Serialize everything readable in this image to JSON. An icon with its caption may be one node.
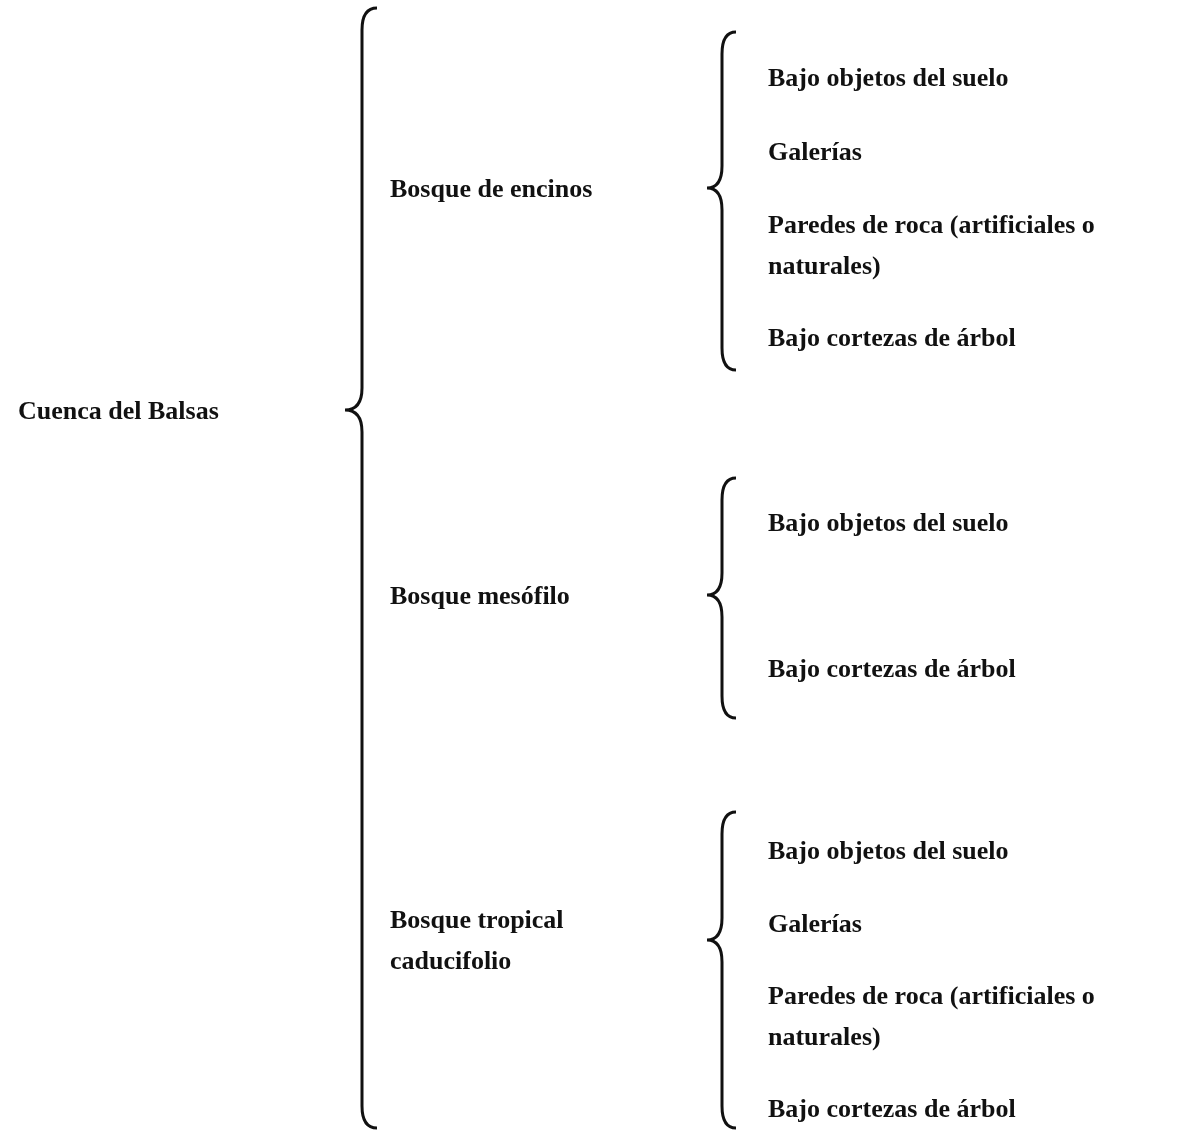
{
  "diagram": {
    "labels": [
      "Cuenca del Balsas",
      "Bosque de encinos",
      "Bajo objetos del suelo",
      "Galerías",
      "Paredes de roca (artificiales o naturales)",
      "Bajo cortezas de árbol",
      "Bosque mesófilo",
      "Bajo objetos del suelo",
      "Bajo cortezas de árbol",
      "Bosque tropical caducifolio",
      "Bajo objetos del suelo",
      "Galerías",
      "Paredes de roca (artificiales o naturales)",
      "Bajo cortezas de árbol"
    ]
  }
}
